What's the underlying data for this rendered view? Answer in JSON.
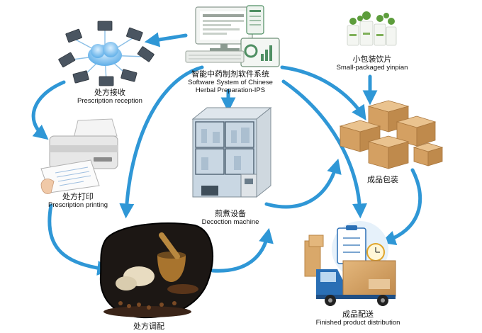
{
  "colors": {
    "arrow": "#2f97d6",
    "box": "#d8a86a",
    "box_dark": "#b98444",
    "truck": "#2a6fb5"
  },
  "nodes": {
    "ips": {
      "zh": "智能中药制剂软件系统",
      "en_line1": "Software System of Chinese",
      "en_line2": "Herbal Preparation-IPS",
      "icon": "computer-icon"
    },
    "reception": {
      "zh": "处方接收",
      "en": "Prescription reception",
      "icon": "network-laptops-icon"
    },
    "printing": {
      "zh": "处方打印",
      "en": "Prescription printing",
      "icon": "printer-icon"
    },
    "dispensing": {
      "zh": "处方调配",
      "icon": "herbs-mortar-icon"
    },
    "decoction": {
      "zh": "煎煮设备",
      "en": "Decoction machine",
      "icon": "machine-icon"
    },
    "yinpian": {
      "zh": "小包装饮片",
      "en": "Small-packaged yinpian",
      "icon": "herb-bags-icon"
    },
    "packaging": {
      "zh": "成品包装",
      "icon": "boxes-icon"
    },
    "distribution": {
      "zh": "成品配送",
      "en": "Finished product distribution",
      "icon": "delivery-truck-icon"
    }
  }
}
